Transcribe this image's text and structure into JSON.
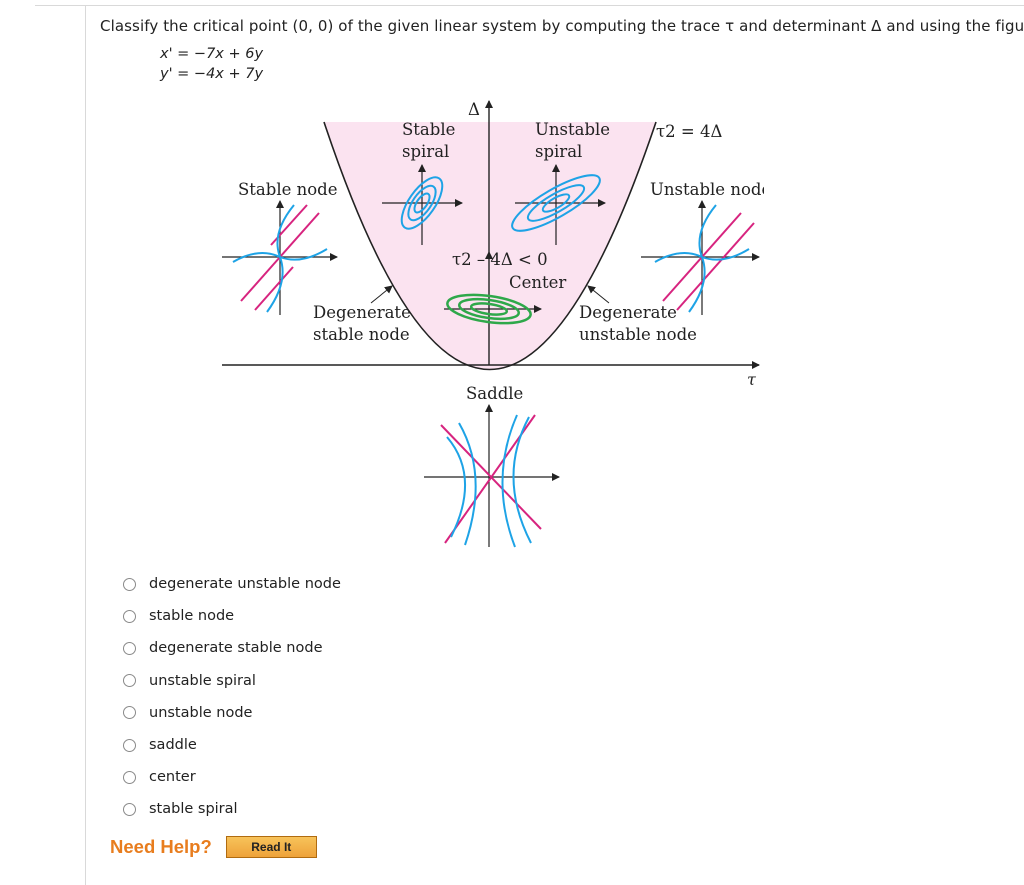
{
  "question": {
    "prompt": "Classify the critical point (0, 0) of the given linear system by computing the trace τ and determinant Δ and using the figure.",
    "eq1": "x' = −7x + 6y",
    "eq2": "y' = −4x + 7y"
  },
  "figure": {
    "delta_axis": "Δ",
    "tau_axis": "τ",
    "parabola_label": "τ2 = 4Δ",
    "stable_spiral": [
      "Stable",
      "spiral"
    ],
    "unstable_spiral": [
      "Unstable",
      "spiral"
    ],
    "stable_node": "Stable node",
    "unstable_node": "Unstable node",
    "center_condition": "τ2 – 4Δ < 0",
    "center": "Center",
    "degenerate_stable": [
      "Degenerate",
      "stable node"
    ],
    "degenerate_unstable": [
      "Degenerate",
      "unstable node"
    ],
    "saddle": "Saddle",
    "colors": {
      "region": "#fbe3f0",
      "blue": "#1ea3e6",
      "magenta": "#d7247f",
      "green": "#2ea84a"
    }
  },
  "choices": [
    "degenerate unstable node",
    "stable node",
    "degenerate stable node",
    "unstable spiral",
    "unstable node",
    "saddle",
    "center",
    "stable spiral"
  ],
  "help": {
    "need_help": "Need Help?",
    "read_it": "Read It"
  }
}
